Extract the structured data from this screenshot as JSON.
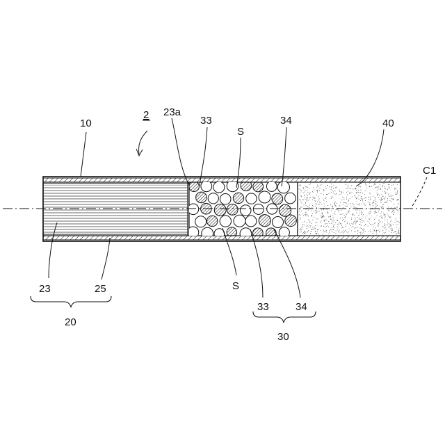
{
  "labels": {
    "device": "2",
    "wrapper": "10",
    "rod_end_face": "23a",
    "granule_a_top": "33",
    "gap_top": "S",
    "granule_b_top": "34",
    "filter_segment": "40",
    "center_axis": "C1",
    "tobacco_filler": "23",
    "inner_wrap": "25",
    "gap_bottom": "S",
    "granule_a_bottom": "33",
    "granule_b_bottom": "34",
    "tobacco_rod": "20",
    "granule_segment": "30"
  },
  "colors": {
    "line": "#111111",
    "background": "#ffffff"
  }
}
